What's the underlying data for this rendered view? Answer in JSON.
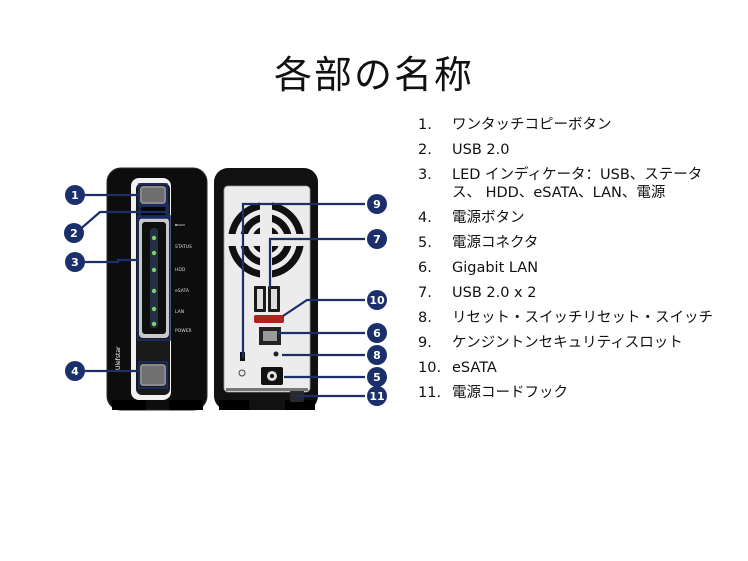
{
  "title": "各部の名称",
  "parts": [
    {
      "num": "1.",
      "label": "ワンタッチコピーボタン"
    },
    {
      "num": "2.",
      "label": "USB 2.0"
    },
    {
      "num": "3.",
      "label": "LED インディケータ：USB、ステータス、 HDD、eSATA、LAN、電源"
    },
    {
      "num": "4.",
      "label": "電源ボタン"
    },
    {
      "num": "5.",
      "label": "電源コネクタ"
    },
    {
      "num": "6.",
      "label": "Gigabit LAN"
    },
    {
      "num": "7.",
      "label": "USB 2.0 x 2"
    },
    {
      "num": "8.",
      "label": "リセット・スイッチリセット・スイッチ"
    },
    {
      "num": "9.",
      "label": "ケンジントンセキュリティスロット"
    },
    {
      "num": "10.",
      "label": "eSATA"
    },
    {
      "num": "11.",
      "label": "電源コードフック"
    }
  ],
  "callouts": [
    "1",
    "2",
    "3",
    "4",
    "5",
    "6",
    "7",
    "8",
    "9",
    "10",
    "11"
  ],
  "front_panel_labels": [
    "STATUS",
    "HDD",
    "eSATA",
    "LAN",
    "POWER"
  ],
  "brand_text": "Ulefstar",
  "colors": {
    "callout": "#1b2f6b",
    "device_body": "#111111",
    "led": "#7fd06a"
  },
  "icons": {
    "usb_symbol": "usb-icon"
  }
}
